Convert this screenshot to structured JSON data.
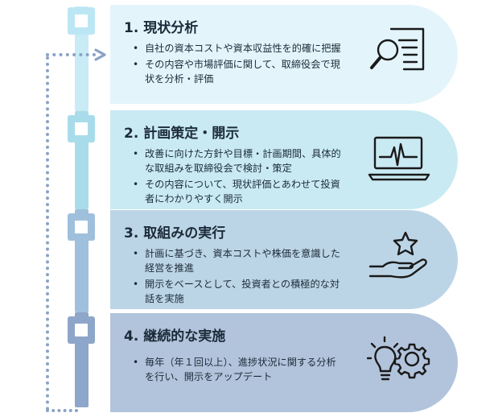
{
  "steps": [
    {
      "title": "1. 現状分析",
      "bullets": [
        "自社の資本コストや資本収益性を的確に把握",
        "その内容や市場評価に関して、取締役会で現状を分析・評価"
      ],
      "icon": "magnifier-document-icon",
      "card_color": "#e3f5fb",
      "node_color": "#bde6f4"
    },
    {
      "title": "2. 計画策定・開示",
      "bullets": [
        "改善に向けた方針や目標・計画期間、具体的な取組みを取締役会で検討・策定",
        "その内容について、現状評価とあわせて投資者にわかりやすく開示"
      ],
      "icon": "laptop-pulse-icon",
      "card_color": "#c9eaf3",
      "node_color": "#a9dcea"
    },
    {
      "title": "3. 取組みの実行",
      "bullets": [
        "計画に基づき、資本コストや株価を意識した経営を推進",
        "開示をベースとして、投資者との積極的な対話を実施"
      ],
      "icon": "hand-star-icon",
      "card_color": "#bcd5e6",
      "node_color": "#9fc0dc"
    },
    {
      "title": "4. 継続的な実施",
      "bullets": [
        "毎年（年１回以上）、進捗状況に関する分析を行い、開示をアップデート"
      ],
      "icon": "bulb-gear-icon",
      "card_color": "#b2c4db",
      "node_color": "#8ea6c9"
    }
  ],
  "colors": {
    "dotted_loop": "#8aa2c6",
    "icon_stroke": "#1a1a1a"
  }
}
